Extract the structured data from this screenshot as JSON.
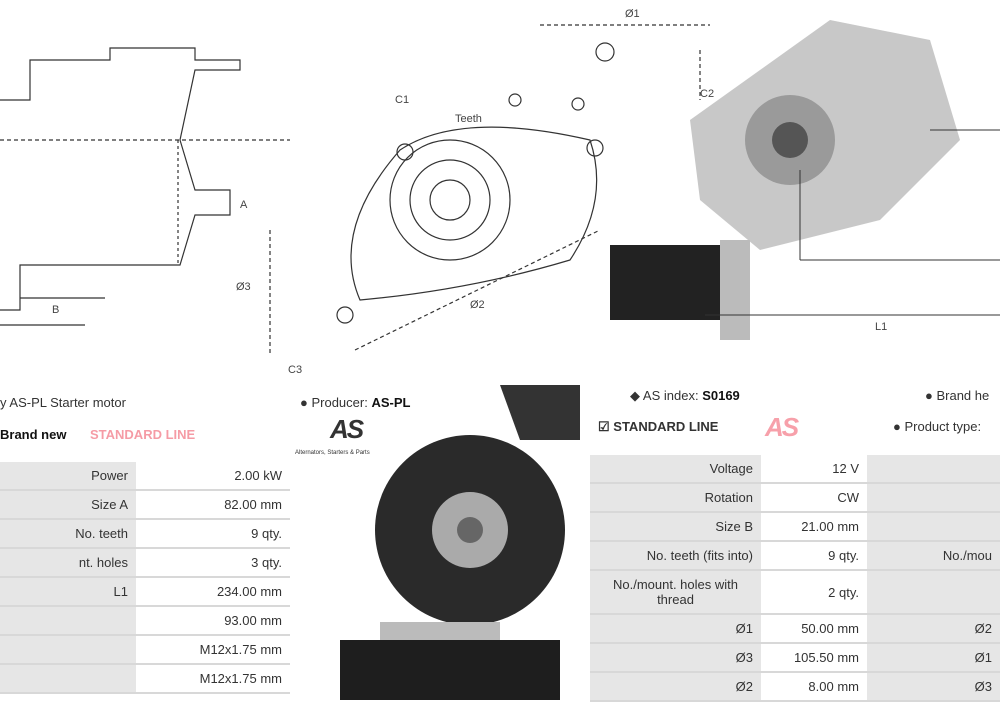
{
  "drawing": {
    "labels": {
      "d1": "Ø1",
      "c1": "C1",
      "c2": "C2",
      "teeth": "Teeth",
      "d3": "Ø3",
      "d2": "Ø2",
      "c3": "C3",
      "a": "A",
      "b": "B",
      "l1": "L1"
    }
  },
  "header": {
    "title": "y AS-PL Starter motor",
    "producer_label": "Producer:",
    "producer": "AS-PL",
    "brand_left": "Brand new",
    "standard_line": "STANDARD LINE",
    "logo_text": "AS",
    "logo_tagline": "Alternators, Starters & Parts",
    "as_index_label": "AS index:",
    "as_index": "S0169",
    "brand_right": "Brand he",
    "product_type_label": "Product type:"
  },
  "left_table": [
    {
      "label": "Power",
      "value": "2.00 kW"
    },
    {
      "label": "Size A",
      "value": "82.00 mm"
    },
    {
      "label": "No. teeth",
      "value": "9 qty."
    },
    {
      "label": "nt. holes",
      "value": "3 qty."
    },
    {
      "label": "L1",
      "value": "234.00 mm"
    },
    {
      "label": "",
      "value": "93.00 mm"
    },
    {
      "label": "",
      "value": "M12x1.75 mm"
    },
    {
      "label": "",
      "value": "M12x1.75 mm"
    }
  ],
  "right_table": [
    {
      "label": "Voltage",
      "value": "12 V",
      "extra": ""
    },
    {
      "label": "Rotation",
      "value": "CW",
      "extra": ""
    },
    {
      "label": "Size B",
      "value": "21.00 mm",
      "extra": ""
    },
    {
      "label": "No. teeth (fits into)",
      "value": "9 qty.",
      "extra": "No./mou"
    },
    {
      "label": "No./mount. holes with thread",
      "value": "2 qty.",
      "extra": ""
    },
    {
      "label": "Ø1",
      "value": "50.00 mm",
      "extra": "Ø2"
    },
    {
      "label": "Ø3",
      "value": "105.50 mm",
      "extra": "Ø1"
    },
    {
      "label": "Ø2",
      "value": "8.00 mm",
      "extra": "Ø3"
    }
  ]
}
